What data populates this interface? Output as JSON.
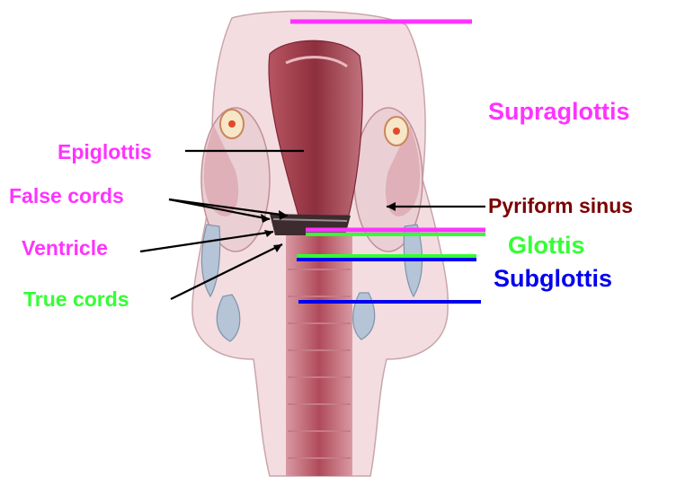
{
  "labels": {
    "supraglottis": "Supraglottis",
    "epiglottis": "Epiglottis",
    "false_cords": "False cords",
    "pyriform_sinus": "Pyriform sinus",
    "ventricle": "Ventricle",
    "glottis": "Glottis",
    "subglottis": "Subglottis",
    "true_cords": "True cords"
  },
  "colors": {
    "supraglottis": "#ff33ff",
    "glottis": "#33ff33",
    "subglottis": "#0000ee",
    "left_labels": "#ff33ff",
    "true_cords": "#33ff33",
    "pyriform_sinus": "#7a0000",
    "tissue_light": "#f3dde1",
    "tissue_mid": "#d99aa3",
    "tissue_dark": "#9e3848"
  }
}
